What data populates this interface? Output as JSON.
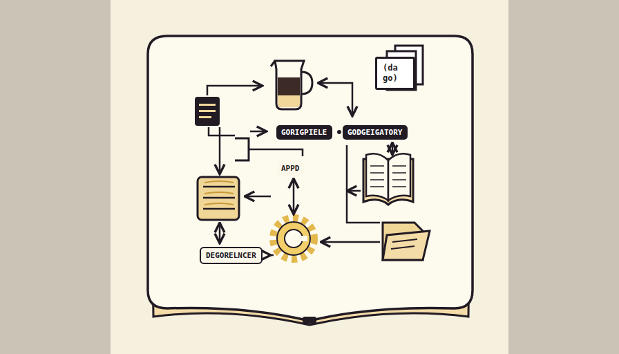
{
  "diagram": {
    "nodes": [
      {
        "text": [
          "(da go)"
        ]
      },
      {
        "text": [
          "GORIGPIELE"
        ]
      },
      {
        "text": [
          "GODGEIGATORY"
        ]
      },
      {
        "text": [
          "APPD"
        ]
      },
      {
        "text": [
          "DEGORELNCER"
        ]
      }
    ]
  }
}
